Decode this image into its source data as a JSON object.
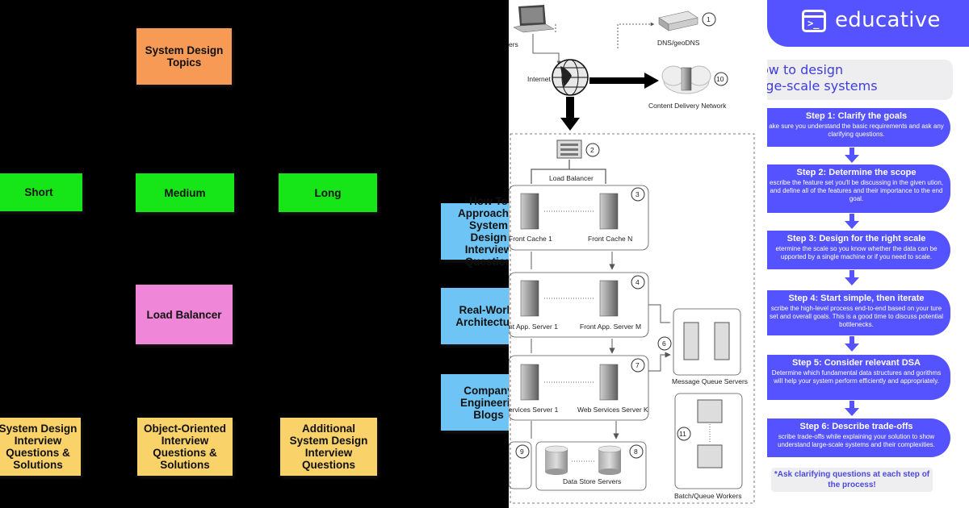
{
  "left_panel": {
    "notes": {
      "topics": "System Design Topics",
      "short": "Short",
      "medium": "Medium",
      "long": "Long",
      "load_balancer": "Load Balancer",
      "system_design_questions": "System Design Interview Questions & Solutions",
      "ood_questions": "Object-Oriented Interview Questions & Solutions",
      "additional_questions": "Additional System Design Interview Questions",
      "how_to_approach": "How To Approach A System Design Interview Question",
      "real_world": "Real-World Architecture",
      "company_blogs": "Company Engineering Blogs"
    }
  },
  "middle_panel": {
    "labels": {
      "clients": "ers",
      "dns": "DNS/geoDNS",
      "internet": "Internet",
      "cdn": "Content Delivery Network",
      "load_balancer": "Load Balancer",
      "front_cache_1": "Front Cache 1",
      "front_cache_n": "Front Cache N",
      "front_app_1": "nt App. Server 1",
      "front_app_m": "Front App. Server M",
      "mq_servers": "Message Queue Servers",
      "ws_1": "ervices Server 1",
      "ws_k": "Web Services Server K",
      "data_store": "Data Store Servers",
      "batch": "Batch/Queue Workers"
    },
    "numbers": {
      "n1": "1",
      "n2": "2",
      "n3": "3",
      "n4": "4",
      "n6": "6",
      "n7": "7",
      "n8": "8",
      "n9": "9",
      "n10": "10",
      "n11": "11"
    }
  },
  "right_panel": {
    "brand": "educative",
    "title_line1": "ow to design",
    "title_line2": "rge-scale systems",
    "steps": [
      {
        "title": "Step 1: Clarify the goals",
        "desc": "ake sure you understand the basic requirements and ask any clarifying questions."
      },
      {
        "title": "Step 2: Determine the scope",
        "desc": "escribe the feature set you'll be discussing in the given ution, and define all of the features and their importance to the end goal."
      },
      {
        "title": "Step 3: Design for the right scale",
        "desc": "etermine the scale so you know whether the data can be upported by a single machine or if you need to scale."
      },
      {
        "title": "Step 4: Start simple, then iterate",
        "desc": "scribe the high-level process end-to-end based on your ture set and overall goals. This is a good time to discuss potential bottlenecks."
      },
      {
        "title": "Step 5: Consider relevant DSA",
        "desc": "Determine which fundamental data structures and gorithms will help your system perform efficiently and appropriately."
      },
      {
        "title": "Step 6: Describe trade-offs",
        "desc": "scribe trade-offs while explaining your solution to show understand large-scale systems and their complexities."
      }
    ],
    "footer": "*Ask clarifying questions at each step of the process!"
  },
  "colors": {
    "educative_purple": "#5553ff",
    "note_orange": "#f79a55",
    "note_green": "#16e617",
    "note_pink": "#ef86d8",
    "note_yellow": "#fad26a",
    "note_blue": "#6ec5f5"
  }
}
